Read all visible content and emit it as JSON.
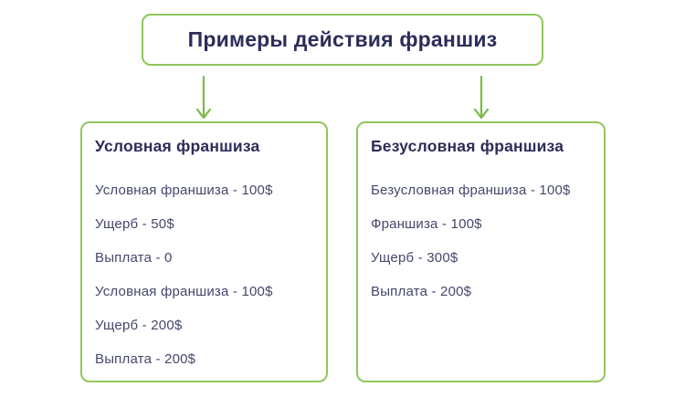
{
  "title": "Примеры действия франшиз",
  "colors": {
    "border_green": "#8fc65a",
    "arrow_green": "#7cba45",
    "heading_text": "#2b2d59",
    "body_text": "#43486b",
    "background": "#ffffff"
  },
  "cards": [
    {
      "heading": "Условная франшиза",
      "groups": [
        [
          "Условная франшиза - 100$",
          "Ущерб - 50$",
          "Выплата - 0"
        ],
        [
          "Условная франшиза - 100$",
          "Ущерб - 200$",
          "Выплата - 200$"
        ]
      ]
    },
    {
      "heading": "Безусловная франшиза",
      "groups": [
        [
          "Безусловная франшиза - 100$",
          "Франшиза - 100$",
          "Ущерб - 300$",
          "Выплата - 200$"
        ]
      ]
    }
  ]
}
